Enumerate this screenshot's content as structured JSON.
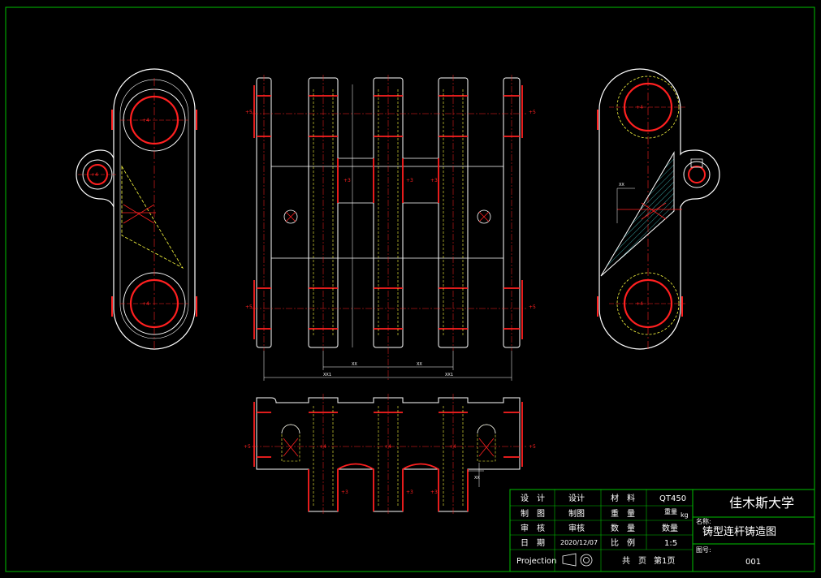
{
  "colors": {
    "background": "#000000",
    "frame": "#00c000",
    "outline": "#ffffff",
    "machined": "#ff2020",
    "hidden": "#ffff40",
    "hatch": "#40c0c0"
  },
  "title_block": {
    "university": "佳木斯大学",
    "drawing_title": "铸型连杆铸造图",
    "material_label": "材　料",
    "material_value": "QT450",
    "weight_label": "重　量",
    "weight_unit": "kg",
    "weight_value_prefix": "重量",
    "quantity_label": "数　量",
    "quantity_value": "数量",
    "scale_label": "比　例",
    "scale_value": "1:5",
    "rows": [
      {
        "role": "设　计",
        "name": "设计"
      },
      {
        "role": "制　图",
        "name": "制图"
      },
      {
        "role": "审　核",
        "name": "审核"
      },
      {
        "role": "日　期",
        "name": "2020/12/07"
      }
    ],
    "projection_label": "Projection",
    "sheets_total": "共　页",
    "sheet_current": "第1页",
    "name_prefix": "名称:",
    "drawing_no_prefix": "图号:",
    "drawing_no": "001"
  },
  "dimensions": {
    "overall_left": "XX1",
    "overall_right": "XX1",
    "pitch_left": "XX",
    "pitch_right": "XX",
    "height": "XX",
    "offset": "XX"
  },
  "allowance_marks": [
    "+5",
    "+4",
    "+3"
  ]
}
